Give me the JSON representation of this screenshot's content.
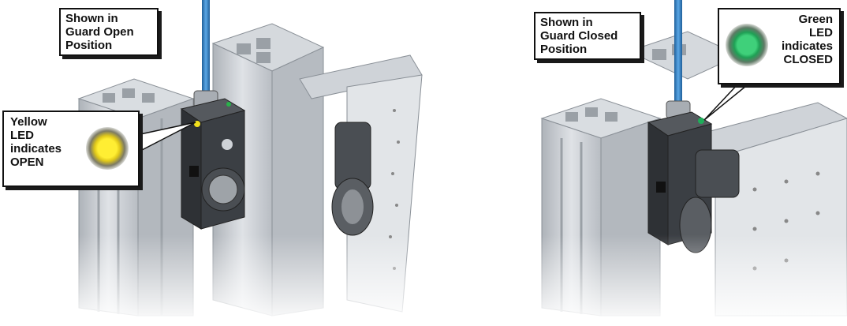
{
  "left_panel": {
    "position_callout": "Shown in\nGuard Open\nPosition",
    "led_callout": "Yellow\nLED\nindicates\nOPEN",
    "led_color": "#f2e01c"
  },
  "right_panel": {
    "position_callout": "Shown in\nGuard Closed\nPosition",
    "led_callout": "Green\nLED\nindicates\nCLOSED",
    "led_color": "#1fae5a"
  },
  "colors": {
    "aluminum": "#c9cdd2",
    "switch_body": "#3b3f44",
    "cable": "#2f7fc1",
    "outline": "#111111"
  }
}
